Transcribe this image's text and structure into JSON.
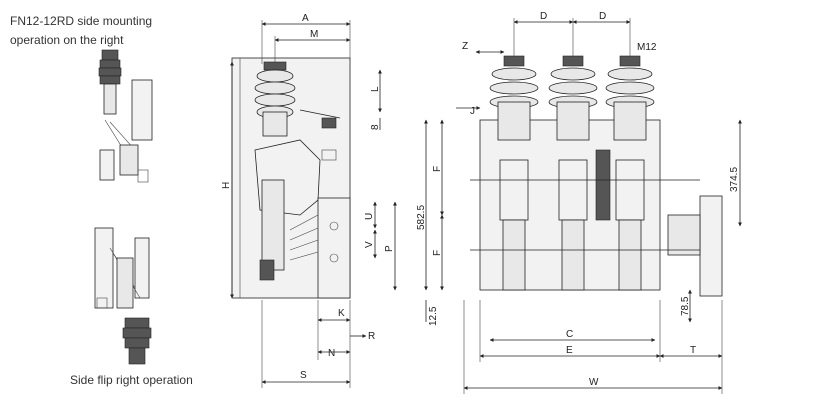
{
  "caption_top": {
    "line1": "FN12-12RD side mounting",
    "line2": "operation on the right"
  },
  "caption_bottom": "Side flip right operation",
  "dimensions": {
    "A": "A",
    "M": "M",
    "L": "L",
    "eight": "8",
    "H": "H",
    "U": "U",
    "V": "V",
    "P": "P",
    "K": "K",
    "R": "R",
    "N": "N",
    "S": "S",
    "D1": "D",
    "D2": "D",
    "Z": "Z",
    "M12": "M12",
    "J": "J",
    "F1": "F",
    "F2": "F",
    "d582": "582.5",
    "d374": "374.5",
    "d12": "12.5",
    "d78": "78.5",
    "C": "C",
    "E": "E",
    "T": "T",
    "W": "W"
  }
}
